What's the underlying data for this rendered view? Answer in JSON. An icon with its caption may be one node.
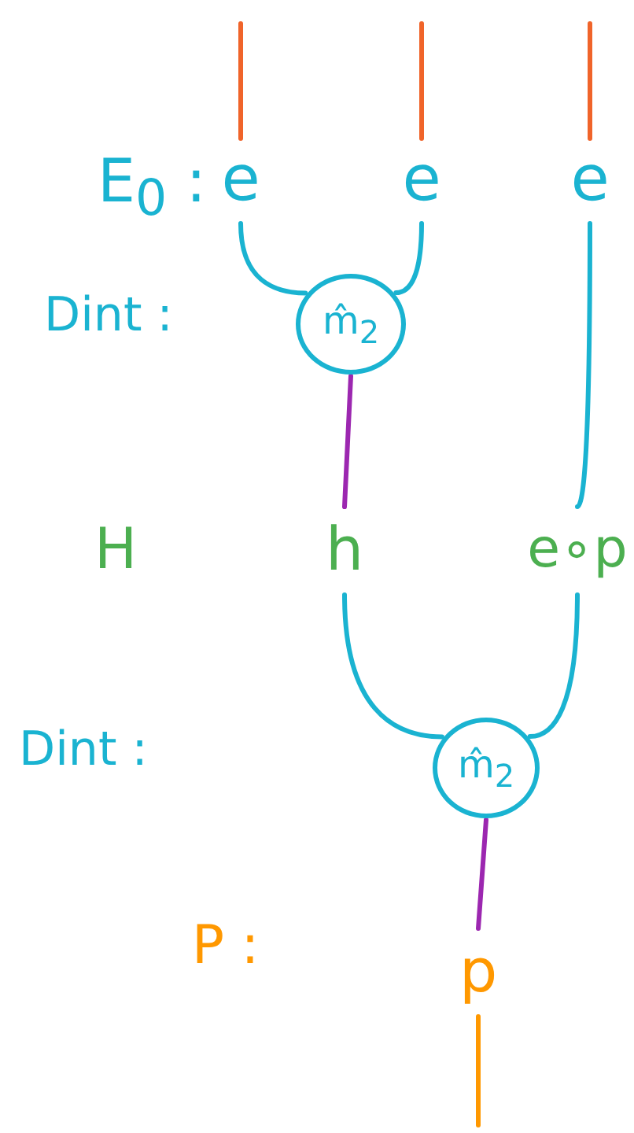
{
  "diagram": {
    "nodes": [
      {
        "text": [
          "e"
        ]
      },
      {
        "text": [
          "e"
        ]
      },
      {
        "text": [
          "e"
        ]
      },
      {
        "text": [
          "m̂$_{2}$"
        ]
      },
      {
        "text": [
          "h"
        ]
      },
      {
        "text": [
          "e∘p"
        ]
      },
      {
        "text": [
          "m̂$_{2}$"
        ]
      },
      {
        "text": [
          "p"
        ]
      }
    ],
    "edges": [
      {
        "from": null,
        "to": 0,
        "arrow": "none",
        "color": "#f0642a"
      },
      {
        "from": null,
        "to": 1,
        "arrow": "none",
        "color": "#f0642a"
      },
      {
        "from": null,
        "to": 2,
        "arrow": "none",
        "color": "#f0642a"
      },
      {
        "from": 0,
        "to": 3,
        "arrow": "none"
      },
      {
        "from": 1,
        "to": 3,
        "arrow": "none"
      },
      {
        "from": 3,
        "to": 4,
        "arrow": "none",
        "color": "#9c27b0"
      },
      {
        "from": 2,
        "to": 5,
        "arrow": "none"
      },
      {
        "from": 4,
        "to": 6,
        "arrow": "none"
      },
      {
        "from": 5,
        "to": 6,
        "arrow": "none"
      },
      {
        "from": 6,
        "to": 7,
        "arrow": "none",
        "color": "#9c27b0"
      },
      {
        "from": 7,
        "to": null,
        "arrow": "none",
        "color": "#ff9800"
      }
    ],
    "labels": [
      "E$_{0}$ :",
      "Dint :",
      "H",
      "Dint :",
      "P :"
    ]
  }
}
